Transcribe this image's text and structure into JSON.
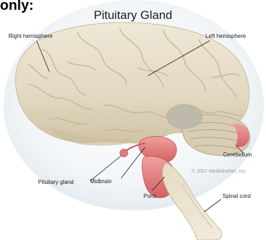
{
  "cropped_heading": "only:",
  "title": "Pituitary Gland",
  "copyright": "© 2007 MedicineNet, Inc.",
  "labels": {
    "right_hemisphere": "Right hemisphere",
    "left_hemisphere": "Left hemisphere",
    "cerebellum": "Cerebellum",
    "pituitary_gland": "Pituitary gland",
    "midbrain": "Midbrain",
    "pons": "Pons",
    "spinal_cord": "Spinal cord"
  },
  "colors": {
    "background": "#ffffff",
    "brain_tissue": "#e6ddc8",
    "highlight_structures": "#e87b7b",
    "text": "#1a1a1a"
  }
}
